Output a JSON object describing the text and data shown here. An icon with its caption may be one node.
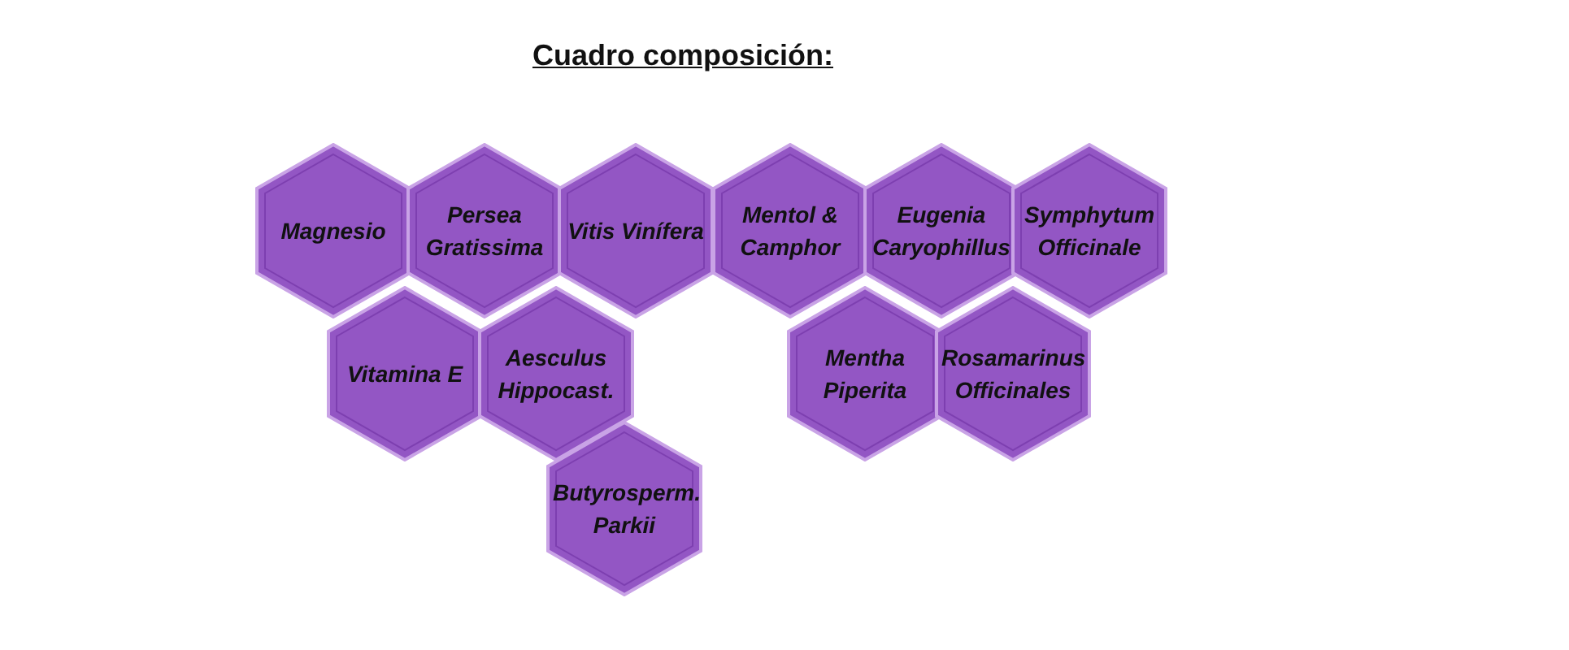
{
  "diagram": {
    "title": "Cuadro composición:",
    "nodes": [
      {
        "text": [
          "Magnesio"
        ]
      },
      {
        "text": [
          "Persea Gratissima"
        ]
      },
      {
        "text": [
          "Vitis Vinífera"
        ]
      },
      {
        "text": [
          "Mentol & Camphor"
        ]
      },
      {
        "text": [
          "Eugenia Caryophillus"
        ]
      },
      {
        "text": [
          "Symphytum Officinale"
        ]
      },
      {
        "text": [
          "Vitamina E"
        ]
      },
      {
        "text": [
          "Aesculus Hippocast."
        ]
      },
      {
        "text": [
          "Mentha Piperita"
        ]
      },
      {
        "text": [
          "Rosamarinus Officinales"
        ]
      },
      {
        "text": [
          "Butyrosperm. Parkii"
        ]
      }
    ],
    "edges": []
  }
}
